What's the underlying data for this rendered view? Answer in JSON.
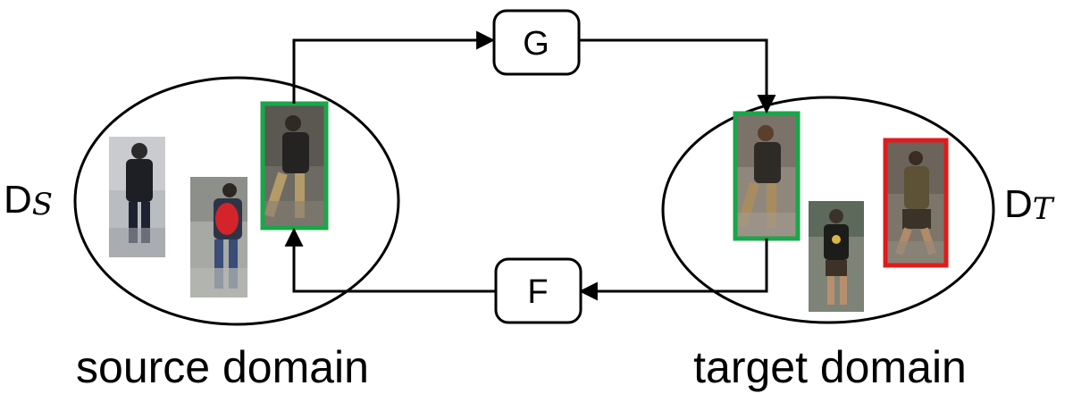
{
  "domains": {
    "source_symbol": "D",
    "source_subscript": "S",
    "target_symbol": "D",
    "target_subscript": "T"
  },
  "mappings": {
    "forward": "G",
    "backward": "F"
  },
  "captions": {
    "source": "source domain",
    "target": "target domain"
  },
  "colors": {
    "translated_highlight": "#1aa64a",
    "target_highlight": "#e01b1b",
    "line": "#000000"
  },
  "images": [
    {
      "name": "source-person-black-jacket",
      "domain": "source"
    },
    {
      "name": "source-person-red-backpack",
      "domain": "source"
    },
    {
      "name": "source-person-selected",
      "domain": "source",
      "highlight": "green"
    },
    {
      "name": "target-person-translated",
      "domain": "target",
      "highlight": "green"
    },
    {
      "name": "target-person-cap",
      "domain": "target"
    },
    {
      "name": "target-person-selected",
      "domain": "target",
      "highlight": "red"
    }
  ]
}
